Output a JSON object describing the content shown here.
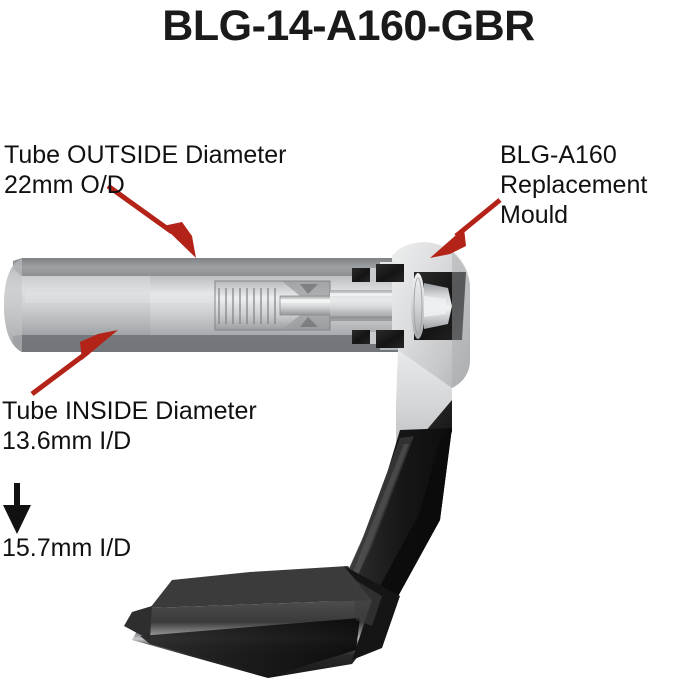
{
  "page": {
    "title": "BLG-14-A160-GBR",
    "background_color": "#ffffff"
  },
  "annotations": {
    "tube_outside": {
      "line1": "Tube OUTSIDE Diameter",
      "line2": "22mm O/D"
    },
    "mould": {
      "line1": "BLG-A160",
      "line2": "Replacement",
      "line3": "Mould"
    },
    "tube_inside": {
      "line1": "Tube INSIDE Diameter",
      "line2": "13.6mm I/D"
    },
    "tube_inside_alt": {
      "line1": "15.7mm I/D"
    }
  },
  "colors": {
    "arrow_red": "#b32318",
    "arrow_black": "#111111",
    "text": "#111111",
    "title_text": "#1a1a1a",
    "tube_light": "#d3d4d6",
    "tube_mid": "#b4b6b9",
    "tube_dark": "#7e8184",
    "mould_light": "#e3e4e5",
    "mould_mid": "#c3c5c7",
    "mould_shadow": "#8e9093",
    "lever_black": "#1c1c1c",
    "cavity_black": "#121212"
  },
  "icons": {
    "callout_outside": "red-arrow-down-right-icon",
    "callout_mould": "red-arrow-down-left-icon",
    "callout_inside": "red-arrow-up-right-icon",
    "id_indicator": "black-arrow-down-icon"
  },
  "product": {
    "parts": [
      "tube-cutaway",
      "threaded-insert",
      "bolt-shaft",
      "hex-bolt-head",
      "replacement-mould-block",
      "lever-arm",
      "lever-foot"
    ]
  }
}
